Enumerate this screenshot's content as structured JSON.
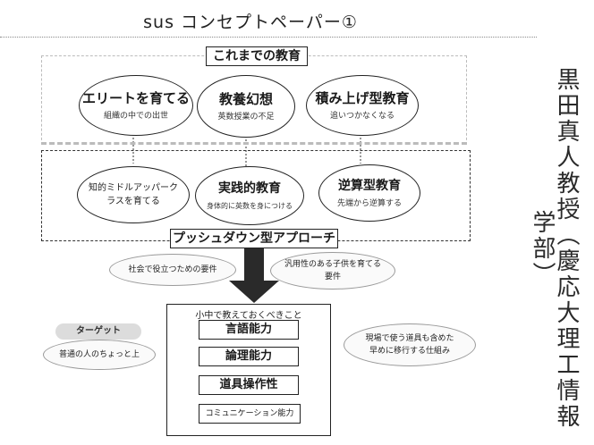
{
  "title": "sus コンセプトペーパー①",
  "past_education": {
    "header": "これまでの教育",
    "items": [
      {
        "main": "エリートを育てる",
        "sub": "組織の中での出世"
      },
      {
        "main": "教養幻想",
        "sub": "英数授業の不足"
      },
      {
        "main": "積み上げ型教育",
        "sub": "追いつかなくなる"
      }
    ]
  },
  "approach": {
    "header": "プッシュダウン型アプローチ",
    "items": [
      {
        "main": "知的ミドルアッパーク\nラスを育てる",
        "sub": ""
      },
      {
        "main": "実践的教育",
        "sub": "身体的に英数を身につける"
      },
      {
        "main": "逆算型教育",
        "sub": "先端から逆算する"
      }
    ]
  },
  "requirements": [
    "社会で役立つための要件",
    "汎用性のある子供を育てる\n要件"
  ],
  "teach": {
    "header": "小中で教えておくべきこと",
    "items": [
      "言語能力",
      "論理能力",
      "道具操作性",
      "コミュニケーション能力"
    ]
  },
  "target": {
    "label": "ターゲット",
    "text": "普通の人のちょっと上"
  },
  "tools_note": "現場で使う道具も含めた\n早めに移行する仕組み",
  "handwritten": "黒田真人教授（慶応大理工情報学部）"
}
